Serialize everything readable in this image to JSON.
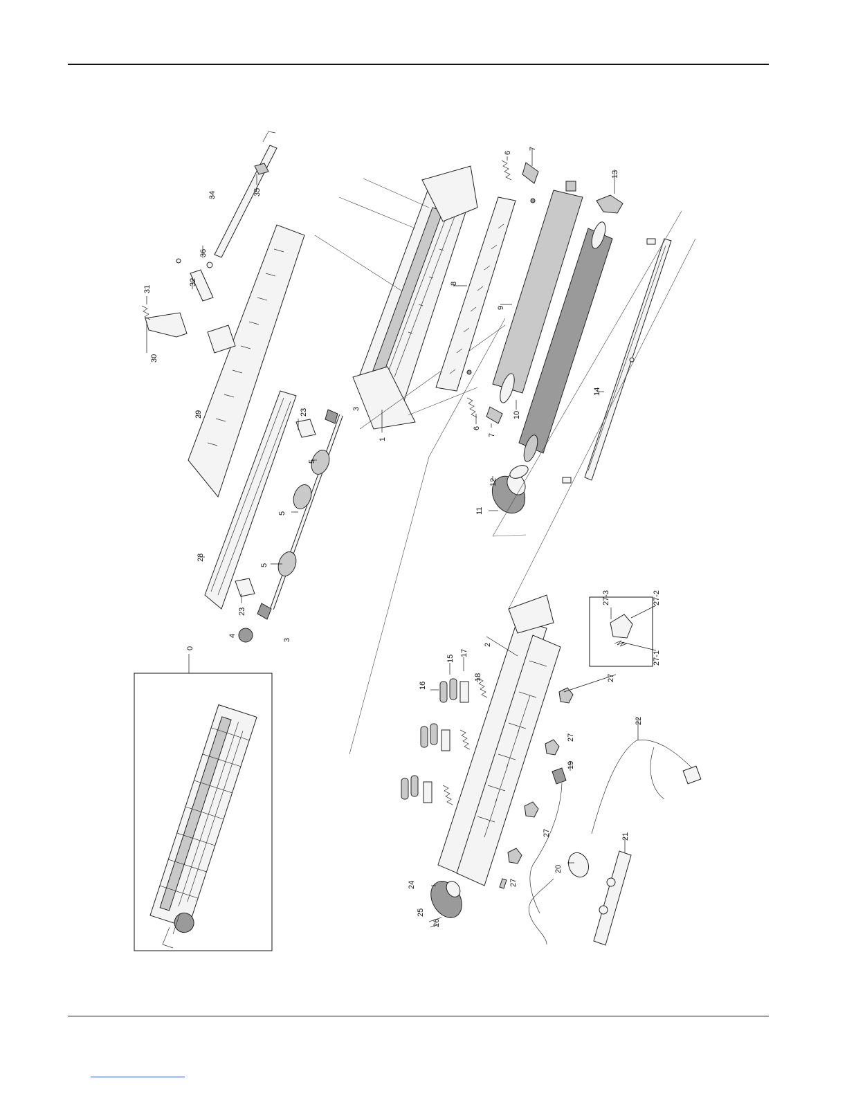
{
  "diagram": {
    "callouts": {
      "c0": "0",
      "c1": "1",
      "c2": "2",
      "c3a": "3",
      "c3b": "3",
      "c4": "4",
      "c5a": "5",
      "c5b": "5",
      "c5c": "5",
      "c6a": "6",
      "c6b": "6",
      "c7a": "7",
      "c7b": "7",
      "c8": "8",
      "c9": "9",
      "c10": "10",
      "c11": "11",
      "c12": "12",
      "c13": "13",
      "c14": "14",
      "c15": "15",
      "c16": "16",
      "c17": "17",
      "c18": "18",
      "c19": "19",
      "c20": "20",
      "c21": "21",
      "c22": "22",
      "c23a": "23",
      "c23b": "23",
      "c24": "24",
      "c25": "25",
      "c26": "26",
      "c27a": "27",
      "c27b": "27",
      "c27c": "27",
      "c27d": "27",
      "c27e": "27",
      "c27_1": "27-1",
      "c27_2": "27-2",
      "c27_3": "27-3",
      "c28": "28",
      "c29": "29",
      "c30": "30",
      "c31": "31",
      "c32": "32",
      "c34": "34",
      "c35": "35",
      "c36": "36"
    }
  }
}
